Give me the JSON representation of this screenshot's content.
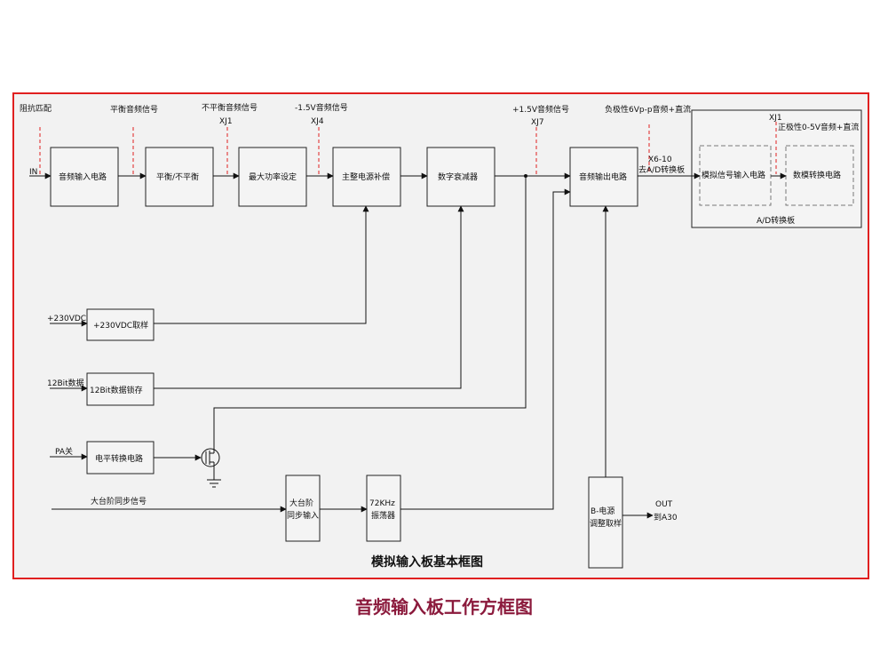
{
  "caption": "音频输入板工作方框图",
  "frame_title": "模拟输入板基本框图",
  "colors": {
    "border": "#e02020",
    "caption": "#8b1a3c",
    "panel": "#f2f2f2"
  },
  "blocks": {
    "audio_input": "音频输入电路",
    "balance": "平衡/不平衡",
    "max_power": "最大功率设定",
    "main_power_comp": "主整电源补偿",
    "digital_attenuator": "数字衰减器",
    "audio_output": "音频输出电路",
    "analog_signal_input": "模拟信号输入电路",
    "digital_analog_convert": "数模转换电路",
    "sample_230": "+230VDC取样",
    "bit12_latch": "12Bit数据锁存",
    "level_convert": "电平转换电路",
    "step_sync_line1": "大台阶",
    "step_sync_line2": "同步输入",
    "osc_line1": "72KHz",
    "osc_line2": "振荡器",
    "bminus_line1": "B-电源",
    "bminus_line2": "调整取样"
  },
  "labels": {
    "impedance": "阻抗匹配",
    "in": "IN",
    "balanced_signal": "平衡音频信号",
    "unbalanced_signal": "不平衡音频信号",
    "xj1_a": "XJ1",
    "neg_signal": "-1.5V音频信号",
    "xj4": "XJ4",
    "pos_signal": "+1.5V音频信号",
    "xj7": "XJ7",
    "neg_polarity": "负极性6Vp-p音频+直流",
    "x6_10": "X6-10",
    "to_ad": "去A/D转换板",
    "xj1_b": "XJ1",
    "pos_polarity": "正极性0-5V音频+直流",
    "ad_board": "A/D转换板",
    "v230": "+230VDC",
    "bit12": "12Bit数据",
    "pa_off": "PA关",
    "step_sync_signal": "大台阶同步信号",
    "out": "OUT",
    "to_a30": "到A30"
  }
}
